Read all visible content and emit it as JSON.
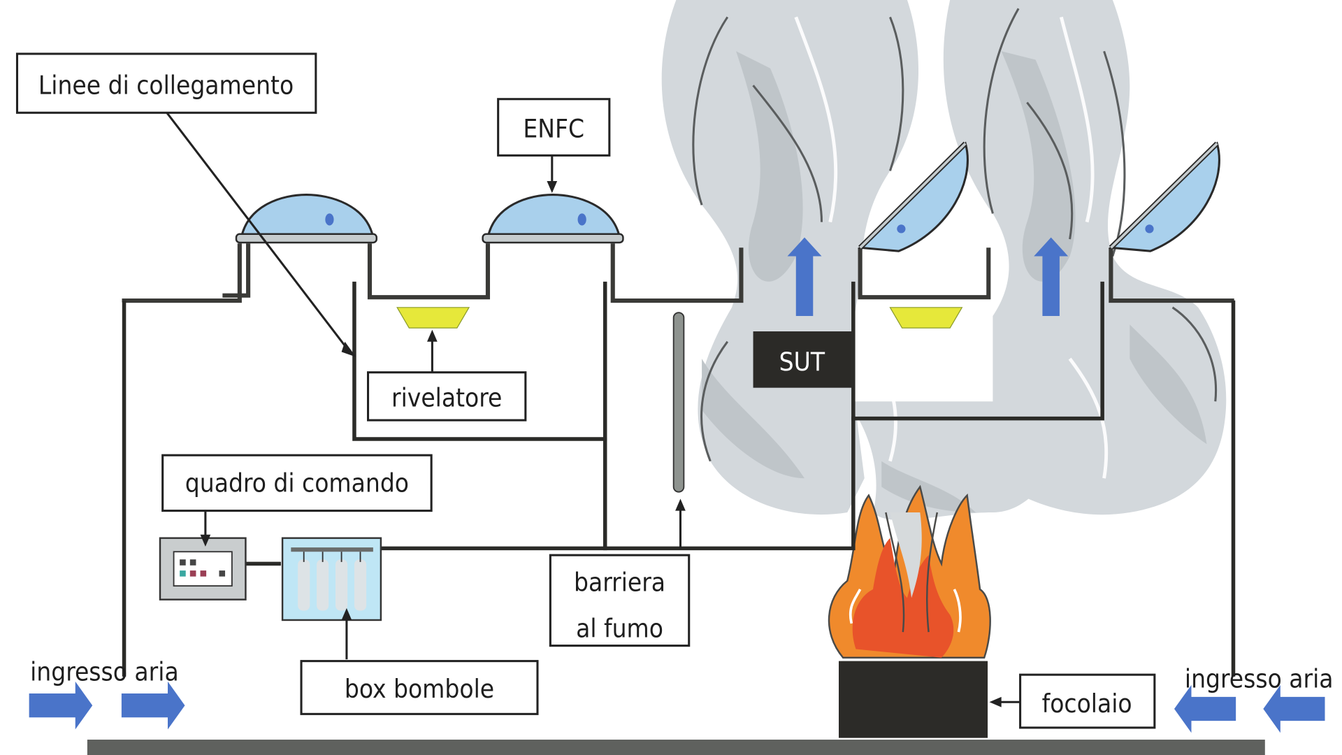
{
  "title": "Impianto di evacuazione fumo e calore",
  "labels": {
    "linee_collegamento": "Linee di collegamento",
    "enfc": "ENFC",
    "rivelatore": "rivelatore",
    "quadro_comando": "quadro di comando",
    "barriera_line1": "barriera",
    "barriera_line2": "al fumo",
    "sut": "SUT",
    "box_bombole": "box bombole",
    "focolaio": "focolaio",
    "ingresso_aria_left": "ingresso aria",
    "ingresso_aria_right": "ingresso aria"
  },
  "components": [
    {
      "id": "vent-1",
      "type": "ENFC",
      "state": "closed"
    },
    {
      "id": "vent-2",
      "type": "ENFC",
      "state": "closed"
    },
    {
      "id": "vent-3",
      "type": "ENFC",
      "state": "open"
    },
    {
      "id": "vent-4",
      "type": "ENFC",
      "state": "open"
    },
    {
      "id": "detector-1",
      "type": "rivelatore",
      "state": "idle"
    },
    {
      "id": "detector-2",
      "type": "rivelatore",
      "state": "in smoke"
    },
    {
      "id": "smoke-barrier",
      "type": "barriera al fumo"
    },
    {
      "id": "control-panel",
      "type": "quadro di comando"
    },
    {
      "id": "cylinder-box",
      "type": "box bombole",
      "cylinders": 4
    },
    {
      "id": "fire-source",
      "type": "focolaio"
    }
  ],
  "colors": {
    "air_arrow": "#4a74c9",
    "dome_glass": "#a9d0ec",
    "detector": "#e6e83a",
    "smoke": "#d3d8dc",
    "flame_orange": "#f08a2c",
    "flame_red": "#e8532a",
    "sut_bg": "#2b2a27",
    "floor": "#5f615e"
  }
}
